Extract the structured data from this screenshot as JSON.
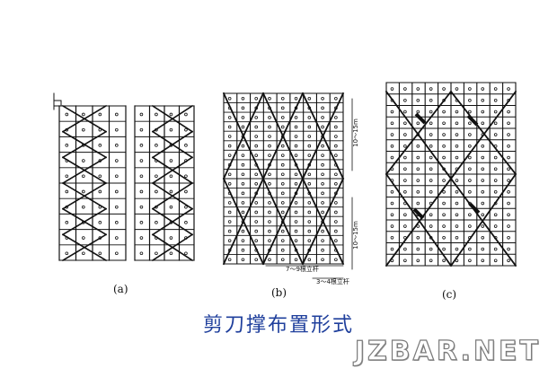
{
  "caption": "剪刀撑布置形式",
  "watermark": "JZBAR.NET",
  "panels": [
    {
      "id": "a",
      "label": "(a)"
    },
    {
      "id": "b",
      "label": "(b)",
      "dims": {
        "right_top": "10～15m",
        "right_bottom": "10～15m",
        "bottom_wide": "7～9根立杆",
        "bottom_narrow": "3～4根立杆"
      }
    },
    {
      "id": "c",
      "label": "(c)"
    }
  ],
  "colors": {
    "ink": "#111111",
    "caption": "#1f3f9c",
    "watermark_outline": "#7a7a7a"
  }
}
